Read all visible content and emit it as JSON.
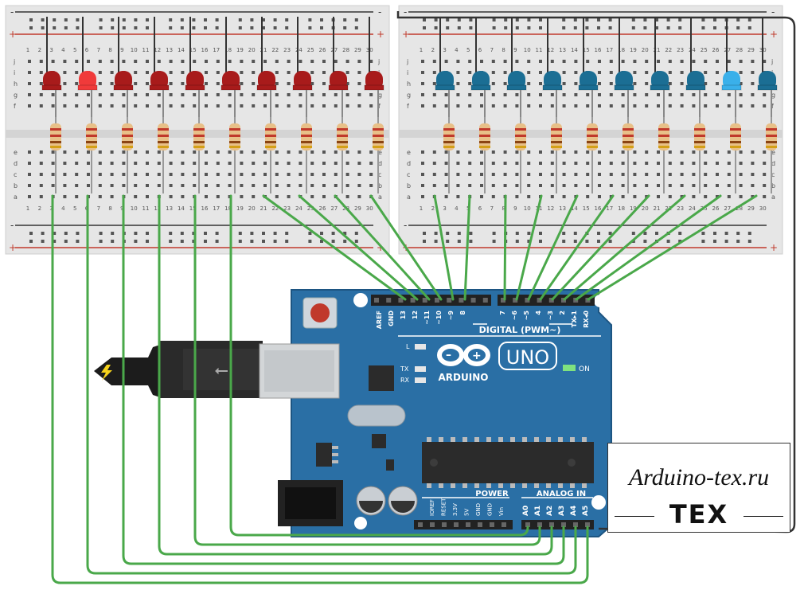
{
  "breadboard": {
    "row_letters_top": [
      "j",
      "i",
      "h",
      "g",
      "f"
    ],
    "row_letters_bottom": [
      "e",
      "d",
      "c",
      "b",
      "a"
    ],
    "plus": "+",
    "minus": "-"
  },
  "leds_left": {
    "count": 10,
    "color": "#a81b1b",
    "lit_color": "#f03a3a",
    "lit_index": 1
  },
  "leds_right": {
    "count": 10,
    "color": "#1b6e94",
    "lit_color": "#3ab0ea",
    "lit_index": 8
  },
  "wire_color": "#4aa84a",
  "arduino": {
    "board_color": "#2a6fa5",
    "brand": "ARDUINO",
    "model": "UNO",
    "digital_label": "DIGITAL (PWM~)",
    "digital_pins": [
      "AREF",
      "GND",
      "13",
      "12",
      "~11",
      "~10",
      "~9",
      "8",
      "7",
      "~6",
      "~5",
      "4",
      "~3",
      "2",
      "TX▸1",
      "RX◂0"
    ],
    "led_l": "L",
    "led_tx": "TX",
    "led_rx": "RX",
    "on_label": "ON",
    "power_label": "POWER",
    "power_pins": [
      "IOREF",
      "RESET",
      "3.3V",
      "5V",
      "GND",
      "GND",
      "Vin"
    ],
    "analog_label": "ANALOG IN",
    "analog_pins": [
      "A0",
      "A1",
      "A2",
      "A3",
      "A4",
      "A5"
    ]
  },
  "watermark": {
    "url": "Arduino-tex.ru",
    "logo": "TEX"
  }
}
